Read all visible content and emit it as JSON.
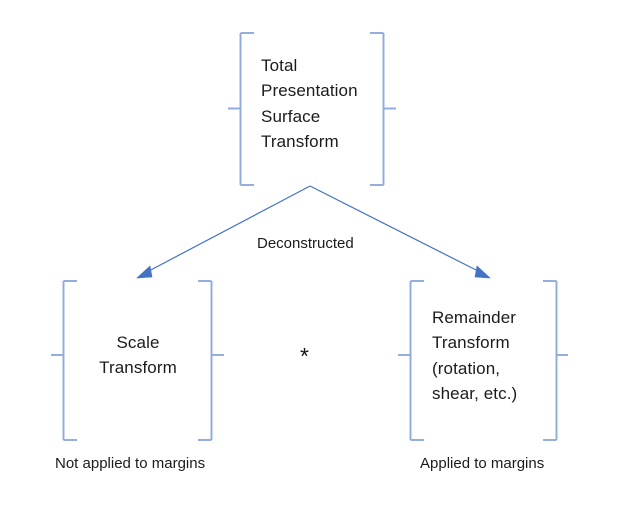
{
  "diagram": {
    "title_node": {
      "label": "Total\nPresentation\nSurface\nTransform"
    },
    "edge_label": "Deconstructed",
    "operator": "*",
    "left_node": {
      "label": "Scale\nTransform",
      "caption": "Not applied to margins"
    },
    "right_node": {
      "label": "Remainder\nTransform\n(rotation,\nshear, etc.)",
      "caption": "Applied to margins"
    },
    "colors": {
      "bracket": "#8faadc",
      "arrow": "#4472c4",
      "text": "#1b1b1b",
      "background": "#ffffff"
    }
  }
}
